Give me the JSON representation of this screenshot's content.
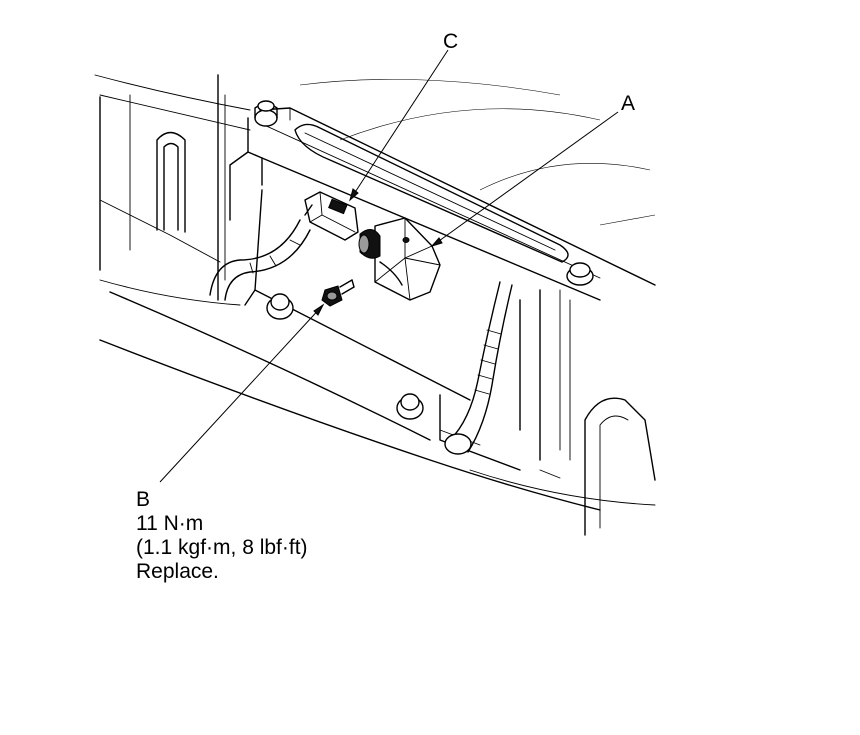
{
  "callouts": {
    "a": {
      "letter": "A"
    },
    "b": {
      "letter": "B",
      "torque": "11 N·m",
      "torque_alt": "(1.1 kgf·m, 8 lbf·ft)",
      "note": "Replace."
    },
    "c": {
      "letter": "C"
    }
  }
}
